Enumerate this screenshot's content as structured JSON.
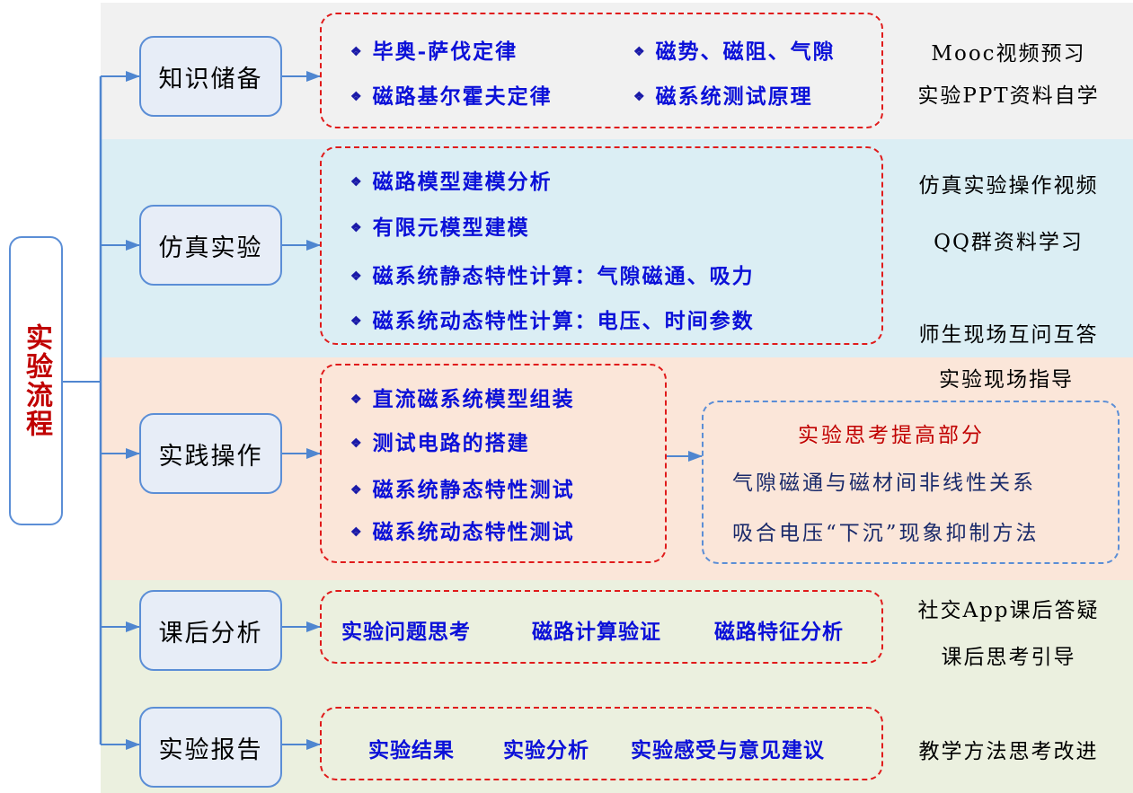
{
  "title": "实验流程",
  "colors": {
    "accent_blue": "#5b8ed6",
    "dash_red": "#e01b1b",
    "item_blue": "#0b10d8",
    "title_red": "#c00000",
    "band_1": "#f1f1f1",
    "band_2": "#dbeef4",
    "band_3": "#fbe6d9",
    "band_4": "#ebf0df"
  },
  "bullet_icon": "diamond-bullet-icon",
  "bullet_glyph": "❖",
  "stages": [
    {
      "label": "知识储备",
      "items": [
        "毕奥-萨伐定律",
        "磁势、磁阻、气隙",
        "磁路基尔霍夫定律",
        "磁系统测试原理"
      ],
      "notes": [
        "Mooc视频预习",
        "实验PPT资料自学"
      ]
    },
    {
      "label": "仿真实验",
      "items": [
        "磁路模型建模分析",
        "有限元模型建模",
        "磁系统静态特性计算：气隙磁通、吸力",
        "磁系统动态特性计算：电压、时间参数"
      ],
      "notes": [
        "仿真实验操作视频",
        "QQ群资料学习",
        "师生现场互问互答"
      ]
    },
    {
      "label": "实践操作",
      "items": [
        "直流磁系统模型组装",
        "测试电路的搭建",
        "磁系统静态特性测试",
        "磁系统动态特性测试"
      ],
      "notes": [
        "实验现场指导"
      ],
      "advanced": {
        "title": "实验思考提高部分",
        "items": [
          "气隙磁通与磁材间非线性关系",
          "吸合电压“下沉”现象抑制方法"
        ]
      }
    },
    {
      "label": "课后分析",
      "items": [
        "实验问题思考",
        "磁路计算验证",
        "磁路特征分析"
      ],
      "notes": [
        "社交App课后答疑",
        "课后思考引导"
      ]
    },
    {
      "label": "实验报告",
      "items": [
        "实验结果",
        "实验分析",
        "实验感受与意见建议"
      ],
      "notes": [
        "教学方法思考改进"
      ]
    }
  ]
}
